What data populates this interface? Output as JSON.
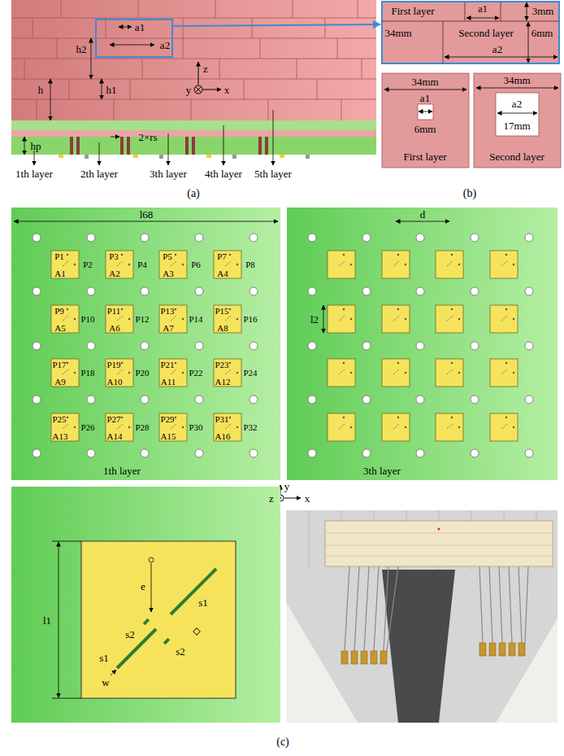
{
  "diagram": {
    "nodes": [
      {
        "text": [
          "First layer"
        ]
      },
      {
        "text": [
          "Second layer"
        ]
      },
      {
        "text": [
          "First layer"
        ]
      },
      {
        "text": [
          "Second layer"
        ]
      },
      {
        "text": [
          "1th layer"
        ]
      },
      {
        "text": [
          "A1"
        ],
        "in": 4
      },
      {
        "text": [
          "A2"
        ],
        "in": 4
      },
      {
        "text": [
          "A3"
        ],
        "in": 4
      },
      {
        "text": [
          "A4"
        ],
        "in": 4
      },
      {
        "text": [
          "A5"
        ],
        "in": 4
      },
      {
        "text": [
          "A6"
        ],
        "in": 4
      },
      {
        "text": [
          "A7"
        ],
        "in": 4
      },
      {
        "text": [
          "A8"
        ],
        "in": 4
      },
      {
        "text": [
          "A9"
        ],
        "in": 4
      },
      {
        "text": [
          "A10"
        ],
        "in": 4
      },
      {
        "text": [
          "A11"
        ],
        "in": 4
      },
      {
        "text": [
          "A12"
        ],
        "in": 4
      },
      {
        "text": [
          "A13"
        ],
        "in": 4
      },
      {
        "text": [
          "A14"
        ],
        "in": 4
      },
      {
        "text": [
          "A15"
        ],
        "in": 4
      },
      {
        "text": [
          "A16"
        ],
        "in": 4
      },
      {
        "text": [
          "3th layer"
        ]
      }
    ],
    "labels": [
      "a1",
      "a2",
      "h2",
      "h",
      "h1",
      "z",
      "y",
      "x",
      "hp",
      "2×rs",
      "1th layer",
      "2th layer",
      "3th layer",
      "4th layer",
      "5th layer",
      "(a)",
      "a1",
      "3mm",
      "34mm",
      "6mm",
      "a2",
      "34mm",
      "a1",
      "6mm",
      "34mm",
      "a2",
      "17mm",
      "(b)",
      "l68",
      "P1",
      "P2",
      "P3",
      "P4",
      "P5",
      "P6",
      "P7",
      "P8",
      "P9",
      "P10",
      "P11",
      "P12",
      "P13",
      "P14",
      "P15",
      "P16",
      "P17",
      "P18",
      "P19",
      "P20",
      "P21",
      "P22",
      "P23",
      "P24",
      "P25",
      "P26",
      "P27",
      "P28",
      "P29",
      "P30",
      "P31",
      "P32",
      "d",
      "l2",
      "y",
      "z",
      "x",
      "l1",
      "e",
      "s1",
      "s2",
      "s2",
      "s1",
      "w",
      "(c)"
    ]
  }
}
